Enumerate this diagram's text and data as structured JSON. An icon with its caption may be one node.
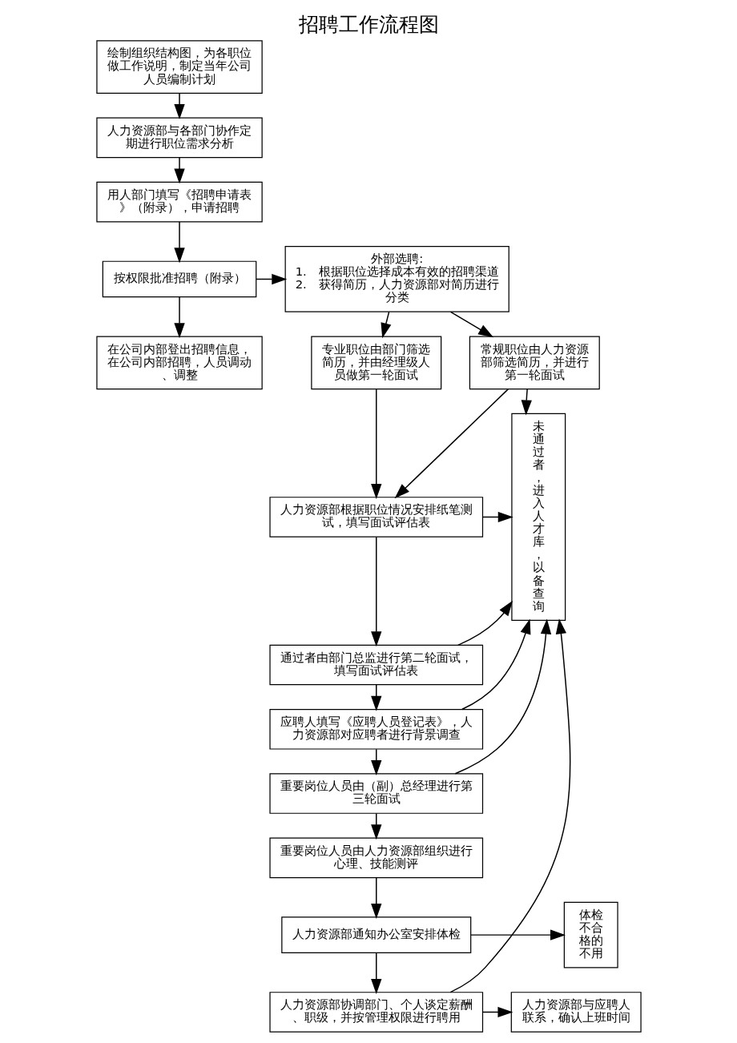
{
  "diagram": {
    "title": "招聘工作流程图",
    "nodes": [
      {
        "text": [
          "绘制组织结构图，为各职位做工作说明，制定当年公司人员编制计划"
        ]
      },
      {
        "text": [
          "人力资源部与各部门协作定期进行职位需求分析"
        ]
      },
      {
        "text": [
          "用人部门填写《招聘申请表》（附录），申请招聘"
        ]
      },
      {
        "text": [
          "按权限批准招聘（附录）"
        ]
      },
      {
        "text": [
          "在公司内部登出招聘信息，在公司内部招聘，人员调动、调整"
        ]
      },
      {
        "text": [
          "外部选聘:",
          "1.　根据职位选择成本有效的招聘渠道",
          "2.　获得简历，人力资源部对简历进行分类"
        ]
      },
      {
        "text": [
          "专业职位由部门筛选简历，并由经理级人员做第一轮面试"
        ]
      },
      {
        "text": [
          "常规职位由人力资源部筛选简历，并进行第一轮面试"
        ]
      },
      {
        "text": [
          "人力资源部根据职位情况安排纸笔测试，填写面试评估表"
        ]
      },
      {
        "text": [
          "通过者由部门总监进行第二轮面试，填写面试评估表"
        ]
      },
      {
        "text": [
          "应聘人填写《应聘人员登记表》，人力资源部对应聘者进行背景调查"
        ]
      },
      {
        "text": [
          "重要岗位人员由（副）总经理进行第三轮面试"
        ]
      },
      {
        "text": [
          "重要岗位人员由人力资源部组织进行心理、技能测评"
        ]
      },
      {
        "text": [
          "人力资源部通知办公室安排体检"
        ]
      },
      {
        "text": [
          "人力资源部协调部门、个人谈定薪酬、职级，并按管理权限进行聘用"
        ]
      },
      {
        "text": [
          "人力资源部与应聘人联系，确认上班时间"
        ]
      },
      {
        "text": [
          "未通过者，进入人才库，以备查询"
        ]
      },
      {
        "text": [
          "体检不合格的不用"
        ]
      }
    ],
    "edges": [
      {
        "from": 0,
        "to": 1,
        "arrow": "to"
      },
      {
        "from": 1,
        "to": 2,
        "arrow": "to"
      },
      {
        "from": 2,
        "to": 3,
        "arrow": "to"
      },
      {
        "from": 3,
        "to": 4,
        "arrow": "to"
      },
      {
        "from": 3,
        "to": 5,
        "arrow": "to"
      },
      {
        "from": 5,
        "to": 6,
        "arrow": "to"
      },
      {
        "from": 5,
        "to": 7,
        "arrow": "to"
      },
      {
        "from": 7,
        "to": 16,
        "arrow": "to"
      },
      {
        "from": 6,
        "to": 8,
        "arrow": "to"
      },
      {
        "from": 7,
        "to": 8,
        "arrow": "to"
      },
      {
        "from": 8,
        "to": 16,
        "arrow": "to"
      },
      {
        "from": 8,
        "to": 9,
        "arrow": "to"
      },
      {
        "from": 9,
        "to": 16,
        "arrow": "to"
      },
      {
        "from": 9,
        "to": 10,
        "arrow": "to"
      },
      {
        "from": 10,
        "to": 16,
        "arrow": "to"
      },
      {
        "from": 10,
        "to": 11,
        "arrow": "to"
      },
      {
        "from": 11,
        "to": 16,
        "arrow": "to"
      },
      {
        "from": 11,
        "to": 12,
        "arrow": "to"
      },
      {
        "from": 12,
        "to": 13,
        "arrow": "to"
      },
      {
        "from": 13,
        "to": 17,
        "arrow": "to"
      },
      {
        "from": 13,
        "to": 14,
        "arrow": "to"
      },
      {
        "from": 14,
        "to": 15,
        "arrow": "to"
      },
      {
        "from": 14,
        "to": 16,
        "arrow": "to"
      }
    ]
  }
}
